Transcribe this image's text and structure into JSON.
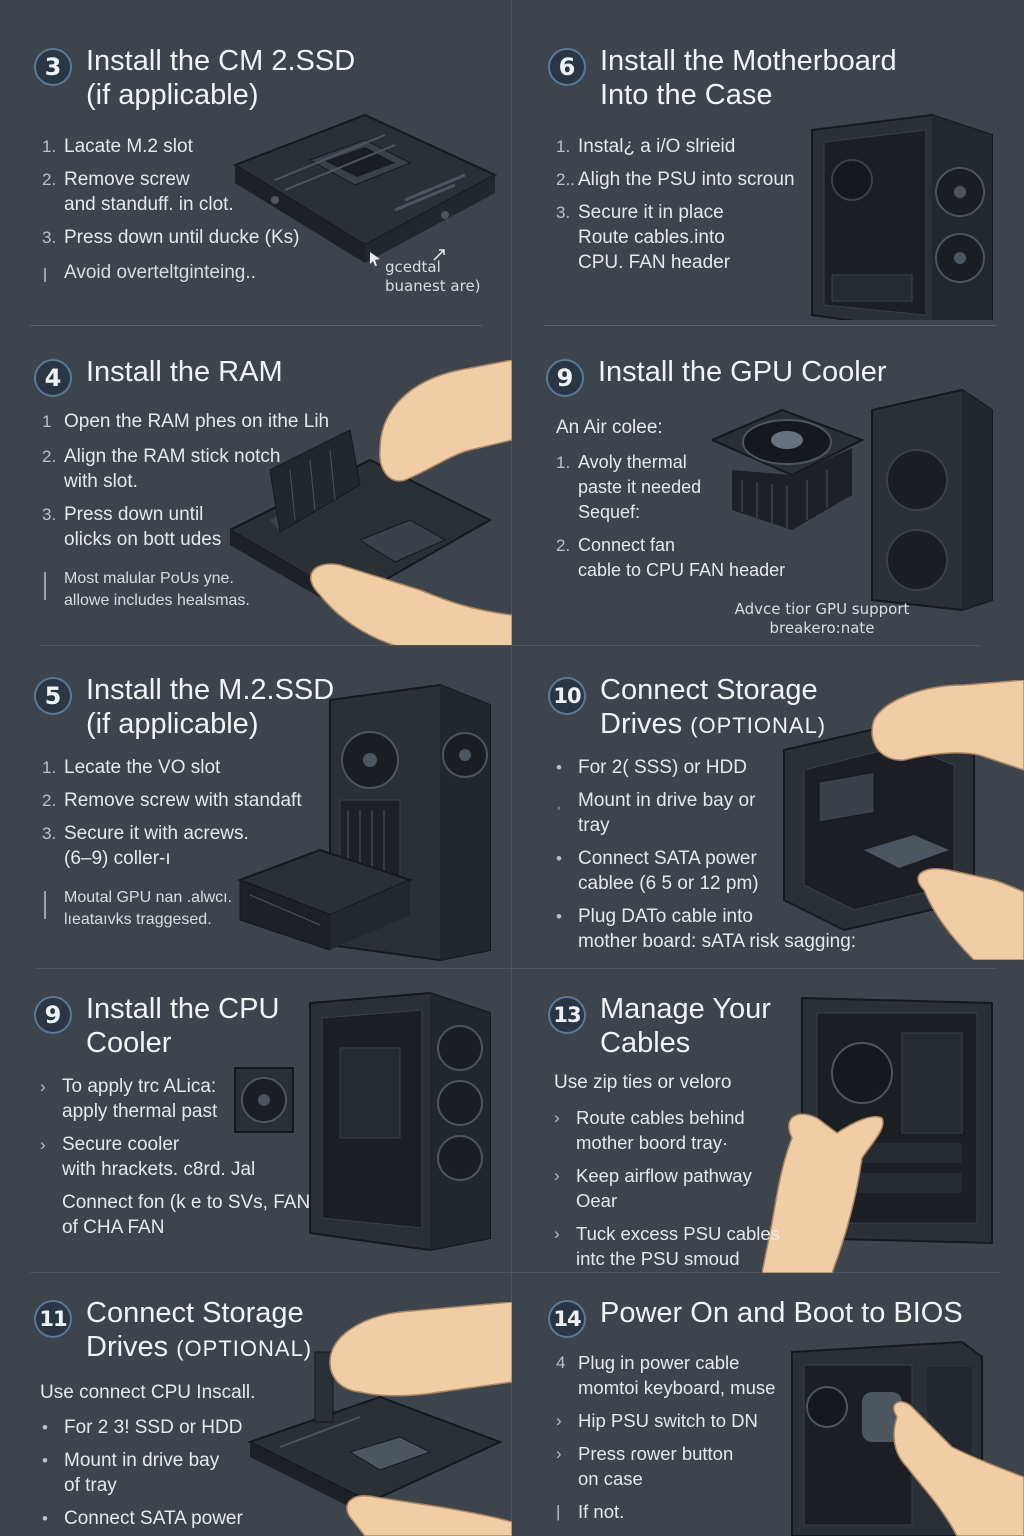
{
  "panels": {
    "p1": {
      "number": "3",
      "title": "Install the CM 2.SSD\n(if applicable)",
      "items": [
        {
          "marker": "1.",
          "text": "Lacate M.2 slot"
        },
        {
          "marker": "2.",
          "text": "Remove screw\nand standuff.   in clot."
        },
        {
          "marker": "3.",
          "text": "Press down until ducke (Ks)"
        }
      ],
      "note": "Avoid overteltginteing..",
      "side_label": "gcedtal\nbuanest are)"
    },
    "p2": {
      "number": "6",
      "title": "Install the Motherboard\nInto the Case",
      "items": [
        {
          "marker": "1.",
          "text": "Instal¿ a i/O slrieid"
        },
        {
          "marker": "2..",
          "text": "Aligh the PSU into scroun"
        },
        {
          "marker": "3.",
          "text": "Secure it in place\nRoute cables.into\nCPU. FAN header"
        }
      ]
    },
    "p3": {
      "number": "4",
      "title": "Install the RAM",
      "items": [
        {
          "marker": "1",
          "text": "Open the RAM phes on ithe Lih"
        },
        {
          "marker": "2.",
          "text": "Align the RAM stick notch\nwith slot."
        },
        {
          "marker": "3.",
          "text": "Press down until\nolicks on bott udes"
        }
      ],
      "note": "Most malular PoUs yne.\nallowe includes healsmas."
    },
    "p4": {
      "number": "9",
      "title": "Install the GPU Cooler",
      "lead": "An  Air colee:",
      "items": [
        {
          "marker": "1.",
          "text": "Avoly thermal\npaste it needed\nSequef:"
        },
        {
          "marker": "2.",
          "text": "Connect fan\ncable to CPU FAN header"
        }
      ],
      "side_label": "Advce tior GPU support\nbreakero:nate"
    },
    "p5": {
      "number": "5",
      "title": "Install the M.2.SSD\n(if applicable)",
      "items": [
        {
          "marker": "1.",
          "text": "Lecate the VO slot"
        },
        {
          "marker": "2.",
          "text": "Remove screw with standaft"
        },
        {
          "marker": "3.",
          "text": "Secure it with acrews.\n(6–9) coller-ı"
        }
      ],
      "note": "Moutal GPU nan .alwcı.\nlıeataıvks traggesed."
    },
    "p6": {
      "number": "10",
      "title": "Connect Storage\nDrives",
      "title_suffix": "(OPTIONAL)",
      "items": [
        {
          "marker": "•",
          "text": "For 2( SSS) or HDD"
        },
        {
          "marker": "ˌ",
          "text": "Mount in drive bay or\ntray"
        },
        {
          "marker": "•",
          "text": "Connect SATA power\ncablee (6 5 or 12 pm)"
        },
        {
          "marker": "•",
          "text": "Plug DATo cable into\nmother board: sATA risk sagging:"
        }
      ]
    },
    "p7": {
      "number": "9",
      "title": "Install the CPU\nCooler",
      "items": [
        {
          "marker": "›",
          "text": "To apply trc ALica:\napply thermal past"
        },
        {
          "marker": "›",
          "text": "Secure cooler\nwith hrackets.  c8rd. Jal"
        },
        {
          "marker": "",
          "text": "Connect fon (k e to SVs, FAN\nof CHA FAN"
        }
      ]
    },
    "p8": {
      "number": "13",
      "title": "Manage Your\nCables",
      "lead": "Use zip ties or veloro",
      "items": [
        {
          "marker": "›",
          "text": "Route cables behind\nmother boord tray·"
        },
        {
          "marker": "›",
          "text": "Keep airflow pathway\nOear"
        },
        {
          "marker": "›",
          "text": "Tuck excess PSU cables\nintc the PSU smoud"
        }
      ]
    },
    "p9": {
      "number": "11",
      "title": "Connect Storage\nDrives",
      "title_suffix": "(OPTIONAL)",
      "lead": "Use connect CPU Inscall.",
      "items": [
        {
          "marker": "•",
          "text": "For 2 3! SSD or HDD"
        },
        {
          "marker": "•",
          "text": "Mount in drive bay\nof tray"
        },
        {
          "marker": "•",
          "text": "Connect SATA power"
        }
      ]
    },
    "p10": {
      "number": "14",
      "title": "Power On and Boot to BIOS",
      "items": [
        {
          "marker": "4",
          "text": "Plug in power cable\nmomtoi  keyboard, muse"
        },
        {
          "marker": "›",
          "text": "Hip PSU switch to DN"
        },
        {
          "marker": "›",
          "text": "Press ɾower button\non case"
        },
        {
          "marker": "|",
          "text": "If not."
        }
      ]
    }
  },
  "colors": {
    "background": "#3d444c",
    "badge": "#2a3644",
    "badge_ring": "#5a7a98",
    "skin": "#f0cda4",
    "hardware": "#2b3037"
  },
  "icons": [
    "motherboard-illustration",
    "pc-case-illustration",
    "hand-illustration",
    "cpu-cooler-illustration",
    "cursor-arrow-icon"
  ]
}
